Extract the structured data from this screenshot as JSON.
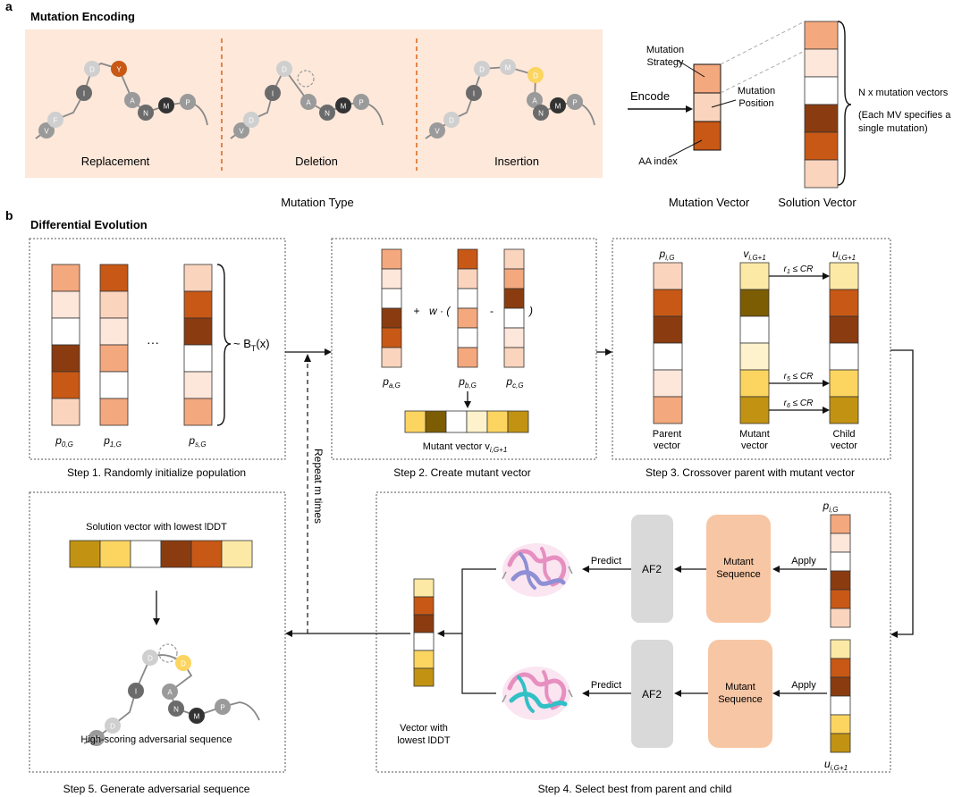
{
  "panel_a": {
    "label": "a",
    "title": "Mutation Encoding",
    "types": [
      "Replacement",
      "Deletion",
      "Insertion"
    ],
    "type_caption": "Mutation Type",
    "encode_label": "Encode",
    "mv_annotations": {
      "strategy_line1": "Mutation",
      "strategy_line2": "Strategy",
      "position_line1": "Mutation",
      "position_line2": "Position",
      "aa_index": "AA index"
    },
    "n_vectors": "N x mutation vectors",
    "mv_note_line1": "(Each MV specifies a",
    "mv_note_line2": "single mutation)",
    "mutation_vector_caption": "Mutation Vector",
    "solution_vector_caption": "Solution Vector",
    "residues": {
      "replacement": [
        "V",
        "F",
        "I",
        "D",
        "Y",
        "A",
        "N",
        "M",
        "P"
      ],
      "deletion": [
        "V",
        "D",
        "I",
        "D",
        "A",
        "N",
        "M",
        "P"
      ],
      "insertion": [
        "V",
        "D",
        "I",
        "D",
        "M",
        "D",
        "A",
        "N",
        "M",
        "P"
      ]
    }
  },
  "panel_b": {
    "label": "b",
    "title": "Differential Evolution",
    "step1": {
      "caption": "Step 1. Randomly initialize population",
      "ellipsis": "···",
      "dist": "~ B",
      "dist_sub": "T",
      "dist_tail": "(x)",
      "labels": [
        {
          "main": "p",
          "sub": "0,G"
        },
        {
          "main": "p",
          "sub": "1,G"
        },
        {
          "main": "p",
          "sub": "s,G"
        }
      ]
    },
    "repeat_label": "Repeat m times",
    "step2": {
      "caption": "Step 2. Create mutant vector",
      "plus": "+",
      "weight": "w · (",
      "minus": "-",
      "close": ")",
      "labels": [
        {
          "main": "p",
          "sub": "a,G"
        },
        {
          "main": "p",
          "sub": "b,G"
        },
        {
          "main": "p",
          "sub": "c,G"
        }
      ],
      "mutant_label": "Mutant vector v",
      "mutant_sub": "i,G+1"
    },
    "step3": {
      "caption": "Step 3. Crossover parent with mutant vector",
      "labels": [
        {
          "main": "p",
          "sub": "i,G"
        },
        {
          "main": "v",
          "sub": "i,G+1"
        },
        {
          "main": "u",
          "sub": "i,G+1"
        }
      ],
      "conditions": [
        {
          "r": "r",
          "sub": "1",
          "rest": " ≤ CR"
        },
        {
          "r": "r",
          "sub": "5",
          "rest": " ≤ CR"
        },
        {
          "r": "r",
          "sub": "6",
          "rest": " ≤ CR"
        }
      ],
      "bottom": [
        [
          "Parent",
          "vector"
        ],
        [
          "Mutant",
          "vector"
        ],
        [
          "Child",
          "vector"
        ]
      ]
    },
    "step4": {
      "caption": "Step 4. Select best from parent and child",
      "apply": "Apply",
      "predict": "Predict",
      "af2": "AF2",
      "seq_line1": "Mutant",
      "seq_line2": "Sequence",
      "best_line1": "Vector with",
      "best_line2": "lowest lDDT",
      "top_label": {
        "main": "p",
        "sub": "i,G"
      },
      "bottom_label": {
        "main": "u",
        "sub": "i,G+1"
      }
    },
    "step5": {
      "caption": "Step 5. Generate adversarial sequence",
      "solution_label": "Solution vector with lowest lDDT",
      "output_label": "High-scoring adversarial sequence",
      "residues": [
        "V",
        "D",
        "I",
        "D",
        "D",
        "A",
        "N",
        "M",
        "P"
      ]
    }
  },
  "colors": {
    "pale_peach": "#fad4bd",
    "peach": "#f4a87e",
    "orange": "#c85815",
    "brown": "#8a3c10",
    "lightest": "#fde6da",
    "white": "#ffffff",
    "pale_yellow": "#fde9a6",
    "yellow": "#fcd561",
    "gold": "#c29313",
    "olive": "#7d5d04",
    "light_yellow": "#fef2cc",
    "panel_bg": "#fde8da",
    "divider": "#d9661b",
    "af2_box": "#d9d9d9",
    "seq_box": "#f7c6a4"
  }
}
